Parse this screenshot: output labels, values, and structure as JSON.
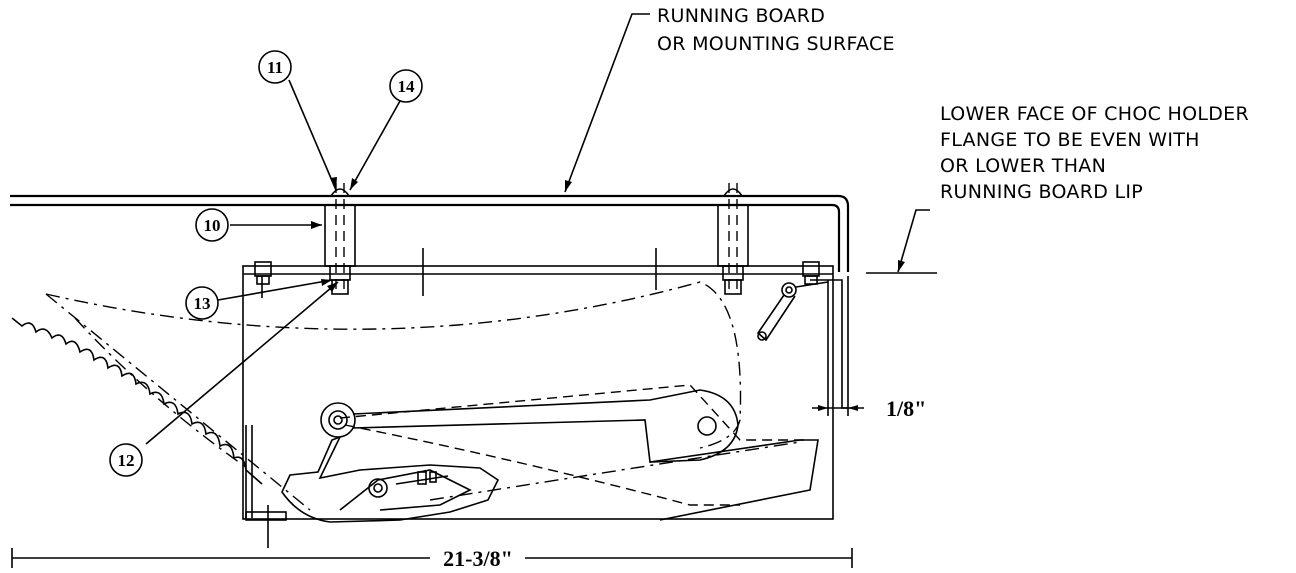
{
  "labels": {
    "running_board_line1": "RUNNING BOARD",
    "running_board_line2": "OR MOUNTING SURFACE",
    "lower_face_line1": "LOWER FACE OF CHOC HOLDER",
    "lower_face_line2": "FLANGE TO BE EVEN WITH",
    "lower_face_line3": "OR LOWER THAN",
    "lower_face_line4": "RUNNING BOARD LIP"
  },
  "callouts": {
    "c10": "10",
    "c11": "11",
    "c12": "12",
    "c13": "13",
    "c14": "14"
  },
  "dimensions": {
    "gap": "1/8\"",
    "overall_length": "21-3/8\""
  }
}
